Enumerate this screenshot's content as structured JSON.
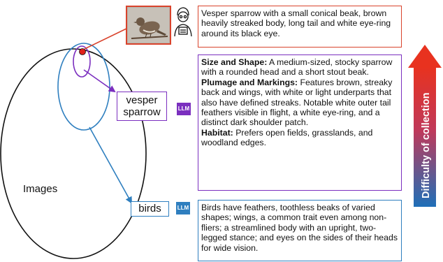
{
  "sets": {
    "images_label": "Images"
  },
  "labels": {
    "vesper": [
      "vesper",
      "sparrow"
    ],
    "birds": "birds",
    "llm_badge": "LLM"
  },
  "descriptions": {
    "expert": "Vesper sparrow with a small conical beak, brown heavily streaked body, long tail and white eye-ring around its black eye.",
    "species": {
      "size_heading": "Size and Shape:",
      "size_text": " A medium-sized, stocky sparrow with a rounded head and a short stout beak.",
      "plumage_heading": "Plumage and Markings:",
      "plumage_text": " Features brown, streaky back and wings, with white or light underparts that also have defined streaks. Notable white outer tail feathers visible in flight, a white eye-ring, and a distinct dark shoulder patch.",
      "habitat_heading": "Habitat:",
      "habitat_text": " Prefers open fields, grasslands, and woodland edges."
    },
    "birds": "Birds have feathers, toothless beaks of varied shapes; wings, a common trait even among non-fliers; a streamlined body with an upright, two-legged stance; and eyes on the sides of their heads for wide vision."
  },
  "axis": {
    "label": "Difficulty of collection"
  },
  "colors": {
    "red": "#d9432c",
    "purple": "#7b2fbf",
    "blue": "#2f7fbf",
    "gradient_top": "#e8321f",
    "gradient_bottom": "#1e6fb8"
  },
  "icons": {
    "photo": "sparrow-photo",
    "annotator": "expert-annotator-icon"
  }
}
